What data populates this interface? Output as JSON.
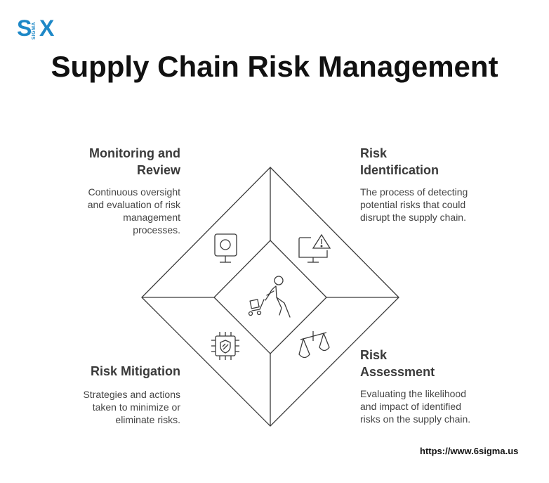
{
  "logo": {
    "s": "S",
    "x": "X",
    "sub": "SIGMA"
  },
  "title": "Supply Chain Risk Management",
  "sections": {
    "monitoring": {
      "heading": "Monitoring and Review",
      "description": "Continuous oversight and evaluation of risk management processes.",
      "icon": "monitor-icon"
    },
    "identification": {
      "heading": "Risk Identification",
      "description": "The process of detecting potential risks that could disrupt the supply chain.",
      "icon": "warning-screen-icon"
    },
    "mitigation": {
      "heading": "Risk Mitigation",
      "description": "Strategies and actions taken to minimize or eliminate risks.",
      "icon": "shield-chip-icon"
    },
    "assessment": {
      "heading": "Risk Assessment",
      "description": "Evaluating the likelihood and impact of identified risks on the supply chain.",
      "icon": "balance-scale-icon"
    }
  },
  "center_icon": "person-pushing-cart-icon",
  "url": "https://www.6sigma.us",
  "colors": {
    "brand": "#1e88c7",
    "line": "#3a3a3a",
    "text": "#222222"
  }
}
